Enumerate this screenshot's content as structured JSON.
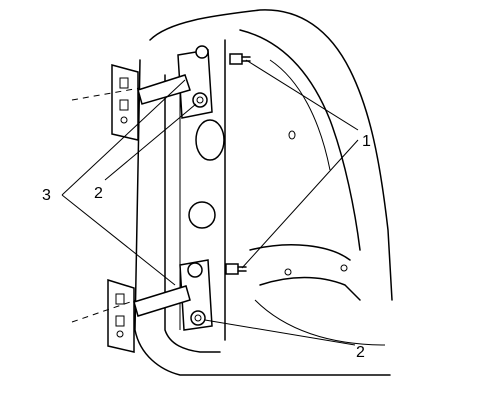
{
  "callouts": [
    {
      "label": "1"
    },
    {
      "label": "2"
    },
    {
      "label": "3"
    },
    {
      "label": "2"
    }
  ]
}
